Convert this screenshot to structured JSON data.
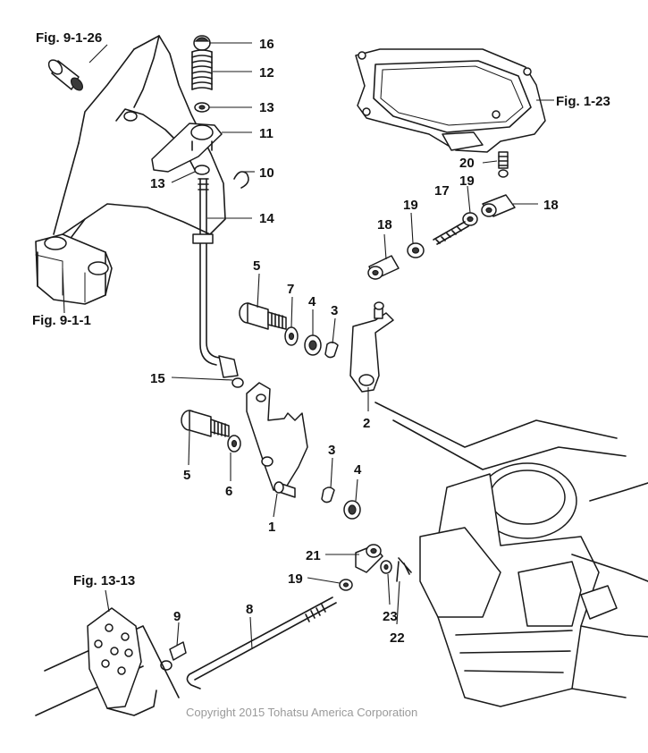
{
  "references": {
    "fig_9_1_26": "Fig. 9-1-26",
    "fig_1_23": "Fig. 1-23",
    "fig_9_1_1": "Fig. 9-1-1",
    "fig_13_13": "Fig. 13-13"
  },
  "callouts": {
    "c16": "16",
    "c12": "12",
    "c13a": "13",
    "c11": "11",
    "c10": "10",
    "c13b": "13",
    "c14": "14",
    "c20": "20",
    "c19a": "19",
    "c17": "17",
    "c19b": "19",
    "c18a": "18",
    "c18b": "18",
    "c5a": "5",
    "c7": "7",
    "c4a": "4",
    "c3a": "3",
    "c15": "15",
    "c2": "2",
    "c5b": "5",
    "c6": "6",
    "c3b": "3",
    "c4b": "4",
    "c1": "1",
    "c21": "21",
    "c19c": "19",
    "c8": "8",
    "c9": "9",
    "c23": "23",
    "c22": "22"
  },
  "copyright": "Copyright 2015 Tohatsu America Corporation"
}
